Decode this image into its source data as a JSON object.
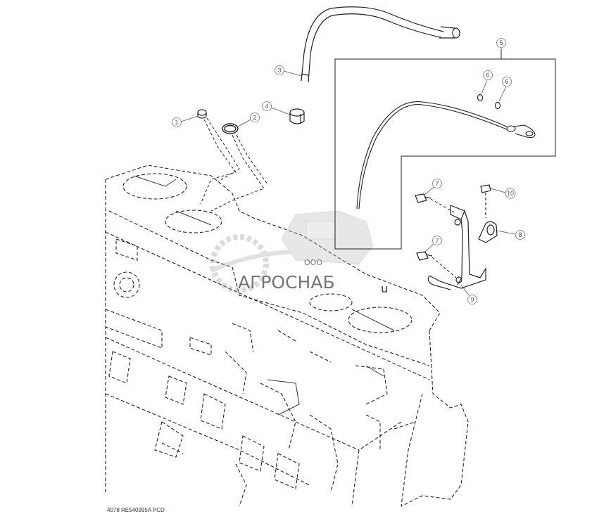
{
  "callouts": [
    {
      "id": "1",
      "label": "1"
    },
    {
      "id": "2",
      "label": "2"
    },
    {
      "id": "3",
      "label": "3"
    },
    {
      "id": "4",
      "label": "4"
    },
    {
      "id": "5",
      "label": "5"
    },
    {
      "id": "6a",
      "label": "6"
    },
    {
      "id": "6b",
      "label": "6"
    },
    {
      "id": "7a",
      "label": "7"
    },
    {
      "id": "7b",
      "label": "7"
    },
    {
      "id": "8",
      "label": "8"
    },
    {
      "id": "9",
      "label": "9"
    },
    {
      "id": "10",
      "label": "10"
    }
  ],
  "watermark": {
    "org": "ООО",
    "name": "АГРОСНАБ",
    "suffix": "u"
  },
  "footer": {
    "code": "4078  RE540995A  PCD"
  }
}
